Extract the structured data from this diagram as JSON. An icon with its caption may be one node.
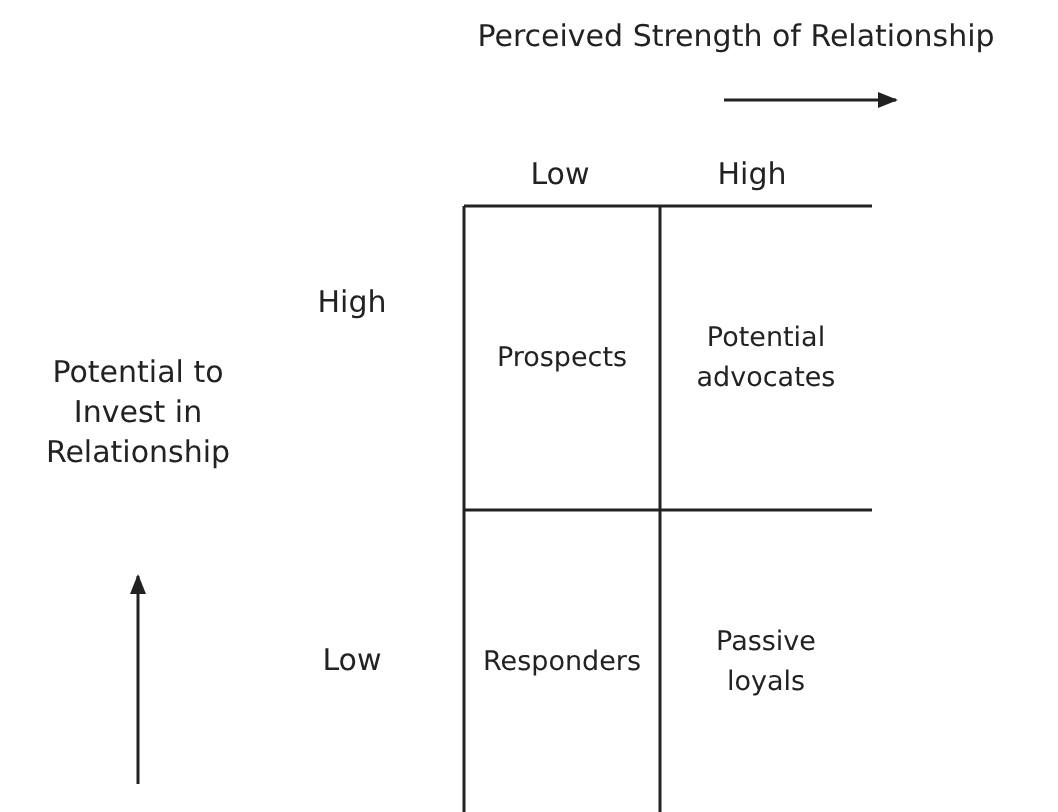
{
  "diagram": {
    "nodes": [
      {
        "text": [
          "Prospects"
        ]
      },
      {
        "text": [
          "Potential advocates"
        ]
      },
      {
        "text": [
          "Responders"
        ]
      },
      {
        "text": [
          "Passive loyals"
        ]
      }
    ],
    "labels": [
      "Perceived Strength of Relationship",
      "Low",
      "High",
      "High",
      "Potential to Invest in Relationship",
      "Low"
    ]
  }
}
